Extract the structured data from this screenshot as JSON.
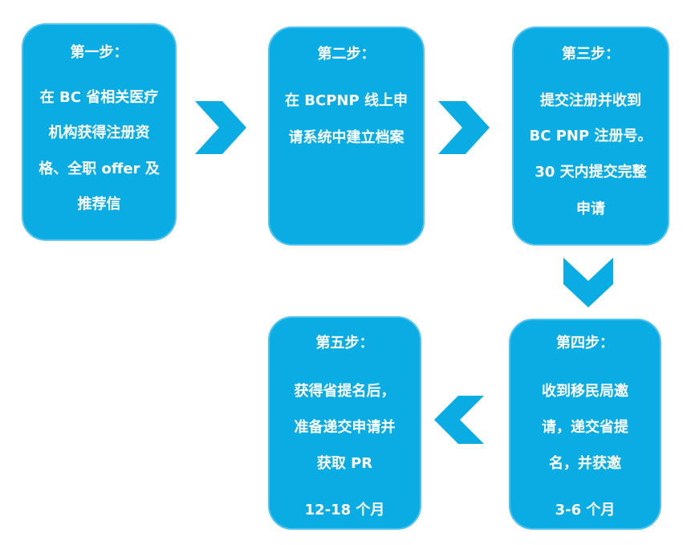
{
  "steps": [
    {
      "title": "第一步：",
      "lines": [
        "在 BC 省相关医疗",
        "机构获得注册资",
        "格、全职 offer 及",
        "推荐信"
      ],
      "duration": ""
    },
    {
      "title": "第二步：",
      "lines": [
        "在 BCPNP 线上申",
        "请系统中建立档案"
      ],
      "duration": ""
    },
    {
      "title": "第三步：",
      "lines": [
        "提交注册并收到",
        "BC PNP 注册号。",
        "30 天内提交完整",
        "申请"
      ],
      "duration": ""
    },
    {
      "title": "第四步：",
      "lines": [
        "收到移民局邀",
        "请，递交省提",
        "名，并获邀"
      ],
      "duration": "3-6 个月"
    },
    {
      "title": "第五步：",
      "lines": [
        "获得省提名后，",
        "准备递交申请并",
        "获取 PR"
      ],
      "duration": "12-18 个月"
    }
  ],
  "colors": {
    "box": "#0aace4",
    "arrow": "#0aace4",
    "text": "#ffffff"
  }
}
